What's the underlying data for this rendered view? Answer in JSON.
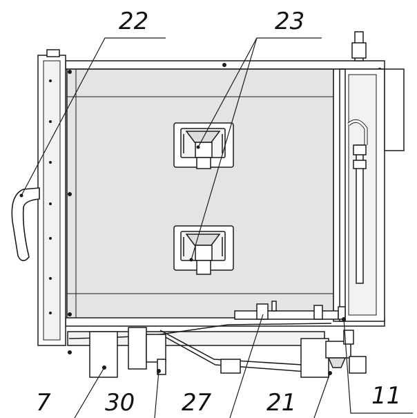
{
  "callouts": {
    "c22": "22",
    "c23": "23",
    "c7": "7",
    "c30": "30",
    "c27": "27",
    "c21": "21",
    "c11": "11"
  },
  "colors": {
    "line": "#1a1a1a",
    "panel": "#e4e4e4",
    "panel_dark": "#c9c9c9",
    "background": "#ffffff"
  }
}
